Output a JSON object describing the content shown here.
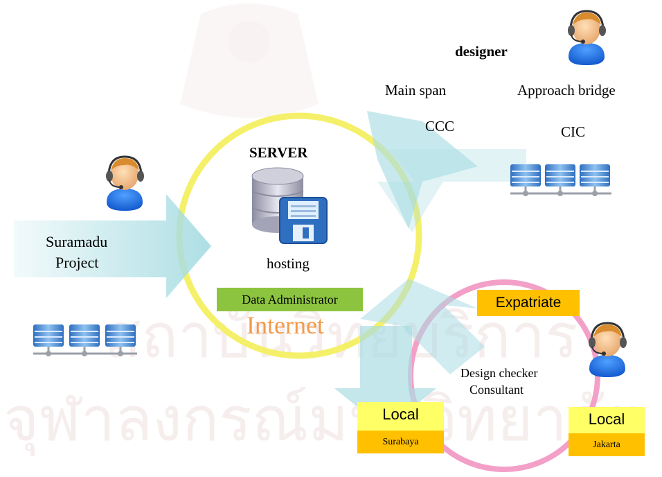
{
  "labels": {
    "designer": "designer",
    "main_span": "Main span",
    "approach_bridge": "Approach bridge",
    "ccc": "CCC",
    "cic": "CIC",
    "server": "SERVER",
    "suramadu_line1": "Suramadu",
    "suramadu_line2": "Project",
    "hosting": "hosting",
    "data_admin": "Data Administrator",
    "internet": "Internet",
    "expatriate": "Expatriate",
    "checker_line1": "Design checker",
    "checker_line2": "Consultant",
    "local_left": "Local",
    "surabaya": "Surabaya",
    "local_right": "Local",
    "jakarta": "Jakarta"
  },
  "watermark": "สถาบันวิทยบริการ จุฬาลงกรณ์มหาวิทยาลัย",
  "colors": {
    "server_ring": "#f5f06a",
    "consultant_ring": "#f3a0c8",
    "arrow": "#a9dde3",
    "admin_box": "#8dc43f",
    "internet_text": "#f29a4a",
    "yellow_box": "#ffff66",
    "orange_bar": "#ffc000",
    "watermark": "#f6eded"
  },
  "icons": [
    "user-headset-icon",
    "server-rack-icon",
    "database-save-icon"
  ]
}
